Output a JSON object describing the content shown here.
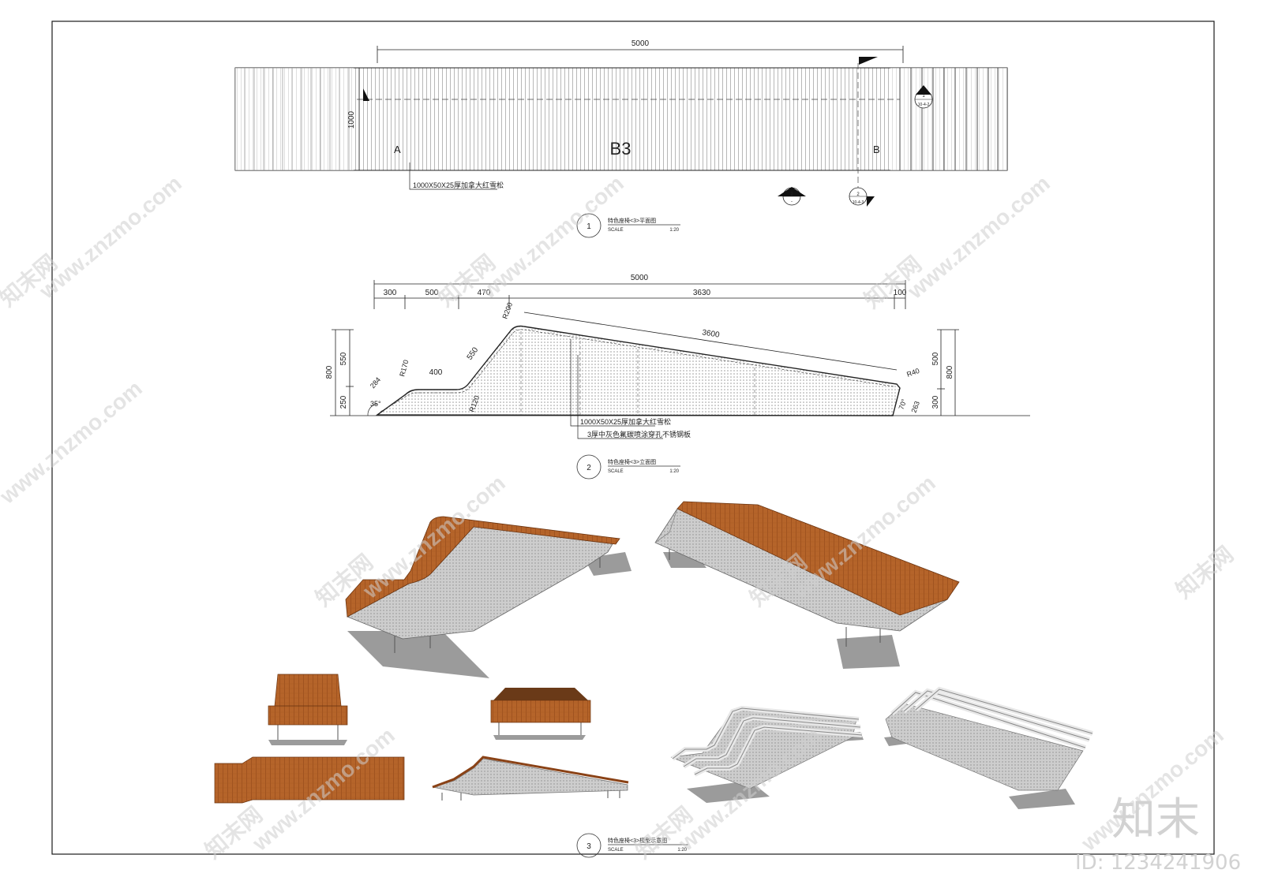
{
  "plan": {
    "dim_total": "5000",
    "dim_width": "1000",
    "label_a": "A",
    "label_b": "B",
    "label_zone": "B3",
    "callout_board": "1000X50X25厚加拿大红雪松",
    "section_top_num": "1",
    "section_top_ref": "10-4-2",
    "section_left_num": "2",
    "section_left_ref": "-",
    "section_right_num": "2",
    "section_right_ref": "10-4-3"
  },
  "title1": {
    "num": "1",
    "name": "特色座椅<3>平面图",
    "scale_label": "SCALE",
    "scale_value": "1:20"
  },
  "elevation": {
    "dim_total": "5000",
    "seg_300": "300",
    "seg_500": "500",
    "seg_470": "470",
    "seg_3630": "3630",
    "seg_100": "100",
    "r200": "R200",
    "d3600": "3600",
    "r40": "R40",
    "h800_left": "800",
    "h550": "550",
    "h250": "250",
    "r170": "R170",
    "d400": "400",
    "d550": "550",
    "d284": "284",
    "a35": "35°",
    "r120": "R120",
    "h500": "500",
    "h800_right": "800",
    "h300": "300",
    "a70": "70°",
    "d263": "263",
    "callout_board": "1000X50X25厚加拿大红雪松",
    "callout_steel": "3厚中灰色氟碳喷涂穿孔不锈钢板"
  },
  "title2": {
    "num": "2",
    "name": "特色座椅<3>立面图",
    "scale_label": "SCALE",
    "scale_value": "1:20"
  },
  "title3": {
    "num": "3",
    "name": "特色座椅<3>模型示意图",
    "scale_label": "SCALE",
    "scale_value": "1:20"
  },
  "watermark": {
    "text": "www.znzmo.com",
    "cn": "知末网",
    "logo": "知末",
    "id": "ID: 1234241906"
  },
  "colors": {
    "wood": "#b5642a",
    "wood_dark": "#8a4216",
    "steel": "#c9c9c9",
    "shadow": "#9b9b9b",
    "frame": "#1a1a1a"
  }
}
